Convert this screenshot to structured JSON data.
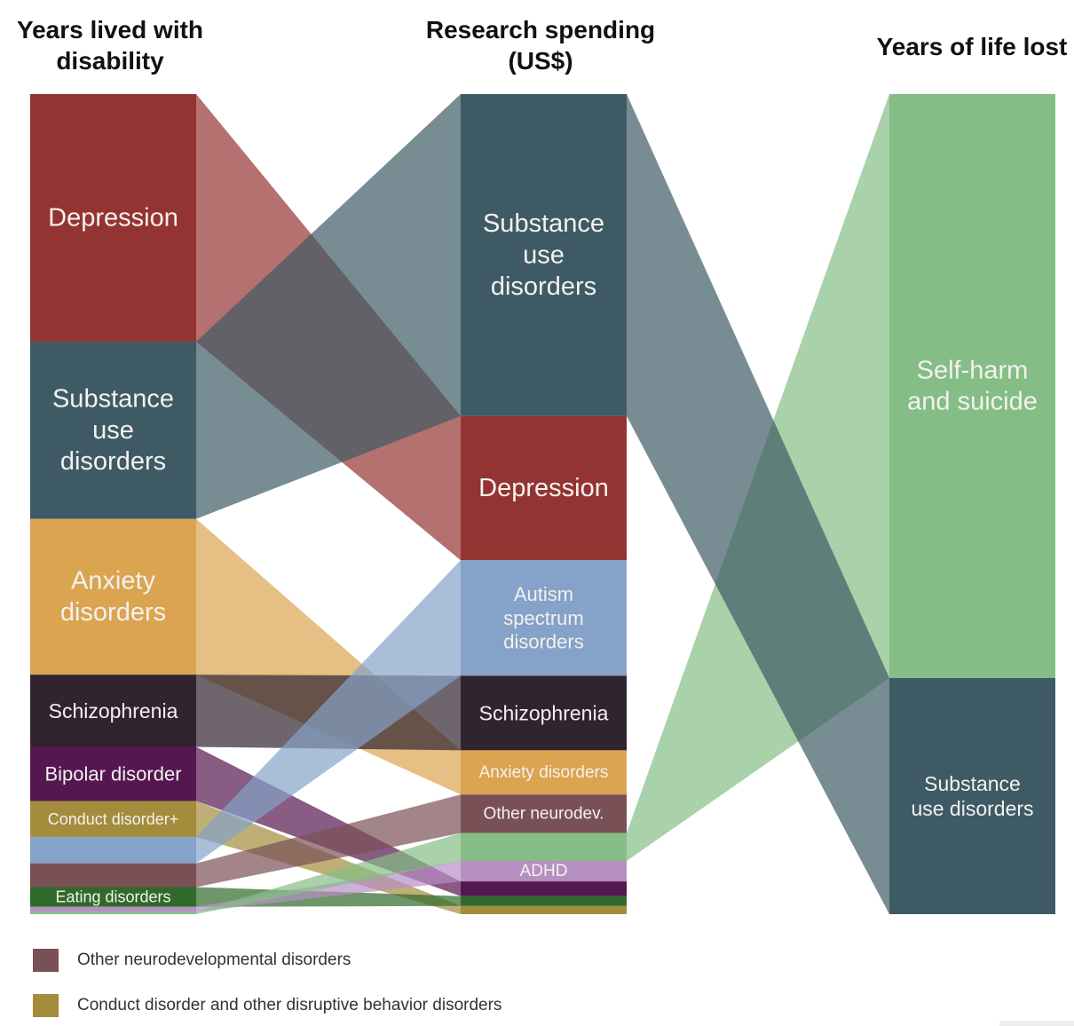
{
  "chart_data": {
    "type": "sankey",
    "columns": [
      {
        "key": "yld",
        "title": "Years lived with disability"
      },
      {
        "key": "research",
        "title": "Research spending (US$)"
      },
      {
        "key": "yll",
        "title": "Years of life lost"
      }
    ],
    "categories": {
      "depression": {
        "label": "Depression",
        "color": "#943432"
      },
      "substance": {
        "label": "Substance use disorders",
        "color": "#3e5b65"
      },
      "anxiety": {
        "label": "Anxiety disorders",
        "color": "#dba451"
      },
      "schizophrenia": {
        "label": "Schizophrenia",
        "color": "#30242f"
      },
      "bipolar": {
        "label": "Bipolar disorder",
        "color": "#55174f"
      },
      "conduct": {
        "label": "Conduct disorder+",
        "color": "#a38d3c"
      },
      "autism": {
        "label": "Autism spectrum disorders",
        "color": "#85a2c8"
      },
      "other_neurodev": {
        "label": "Other neurodev.",
        "color": "#7a5057"
      },
      "eating": {
        "label": "Eating disorders",
        "color": "#2f6a2a"
      },
      "adhd": {
        "label": "ADHD",
        "color": "#b68fc3"
      },
      "selfharm": {
        "label": "Self-harm and suicide",
        "color": "#84be86"
      }
    },
    "stacks": {
      "yld": [
        {
          "key": "depression",
          "share": 30.2,
          "label": "Depression"
        },
        {
          "key": "substance",
          "share": 21.6,
          "label": "Substance use disorders"
        },
        {
          "key": "anxiety",
          "share": 19.0,
          "label": "Anxiety disorders"
        },
        {
          "key": "schizophrenia",
          "share": 8.8,
          "label": "Schizophrenia"
        },
        {
          "key": "bipolar",
          "share": 6.6,
          "label": "Bipolar disorder"
        },
        {
          "key": "conduct",
          "share": 4.4,
          "label": "Conduct disorder+"
        },
        {
          "key": "autism",
          "share": 3.2,
          "label": ""
        },
        {
          "key": "other_neurodev",
          "share": 2.9,
          "label": ""
        },
        {
          "key": "eating",
          "share": 2.4,
          "label": "Eating disorders"
        },
        {
          "key": "adhd",
          "share": 0.6,
          "label": ""
        },
        {
          "key": "selfharm",
          "share": 0.3,
          "label": ""
        }
      ],
      "research": [
        {
          "key": "substance",
          "share": 39.3,
          "label": "Substance use disorders"
        },
        {
          "key": "depression",
          "share": 17.6,
          "label": "Depression"
        },
        {
          "key": "autism",
          "share": 14.1,
          "label": "Autism spectrum disorders"
        },
        {
          "key": "schizophrenia",
          "share": 9.1,
          "label": "Schizophrenia"
        },
        {
          "key": "anxiety",
          "share": 5.4,
          "label": "Anxiety disorders"
        },
        {
          "key": "other_neurodev",
          "share": 4.7,
          "label": "Other neurodev."
        },
        {
          "key": "selfharm",
          "share": 3.4,
          "label": ""
        },
        {
          "key": "adhd",
          "share": 2.5,
          "label": "ADHD"
        },
        {
          "key": "bipolar",
          "share": 1.8,
          "label": ""
        },
        {
          "key": "eating",
          "share": 1.2,
          "label": ""
        },
        {
          "key": "conduct",
          "share": 1.0,
          "label": ""
        }
      ],
      "yll": [
        {
          "key": "selfharm",
          "share": 71.2,
          "label": "Self-harm and suicide"
        },
        {
          "key": "substance",
          "share": 28.8,
          "label": "Substance use disorders"
        }
      ]
    },
    "legend": [
      {
        "key": "other_neurodev",
        "label": "Other neurodevelopmental disorders"
      },
      {
        "key": "conduct",
        "label": "Conduct disorder and other disruptive behavior disorders"
      }
    ],
    "units": "percent share of each column (estimated from block heights)"
  },
  "titles": {
    "yld_line1": "Years lived with",
    "yld_line2": "disability",
    "research_line1": "Research spending",
    "research_line2": "(US$)",
    "yll": "Years of life lost"
  }
}
